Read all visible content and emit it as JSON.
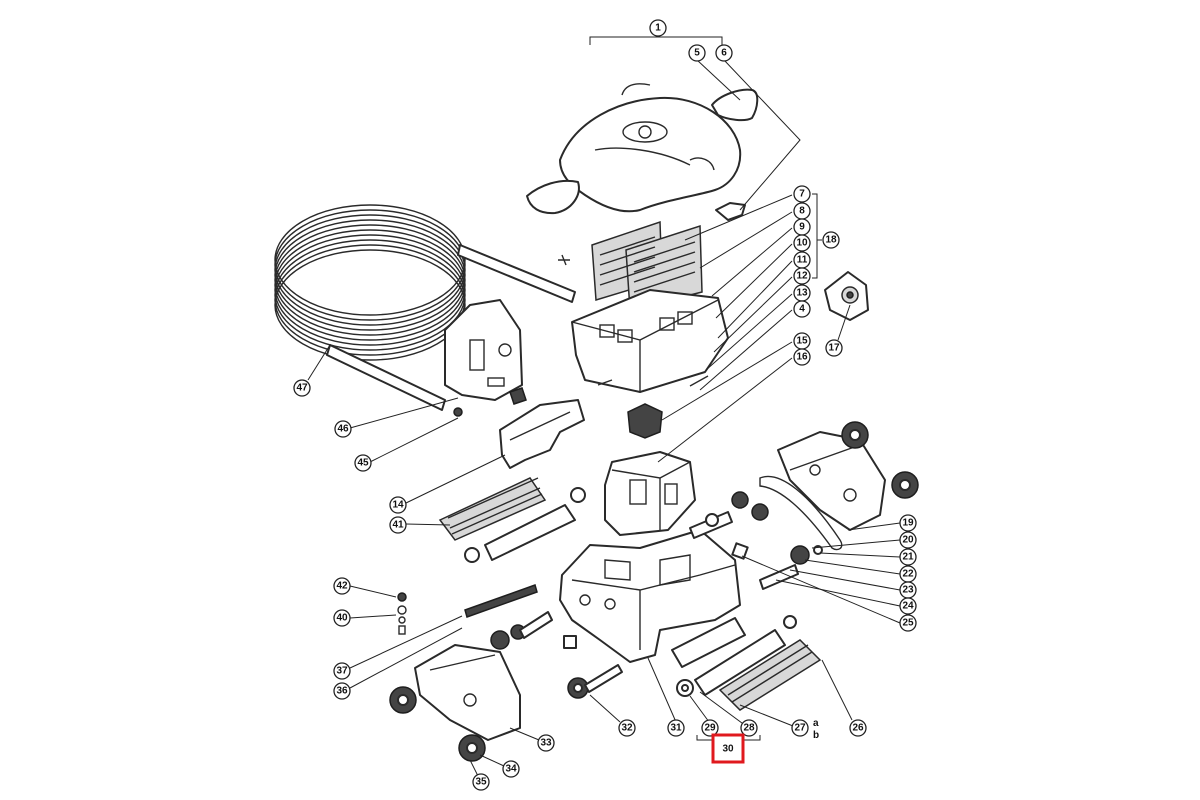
{
  "colors": {
    "line": "#2a2a2a",
    "highlight": "#e0191e",
    "background": "#ffffff"
  },
  "callouts": {
    "c1": "1",
    "c4": "4",
    "c5": "5",
    "c6": "6",
    "c7": "7",
    "c8": "8",
    "c9": "9",
    "c10": "10",
    "c11": "11",
    "c12": "12",
    "c13": "13",
    "c14": "14",
    "c15": "15",
    "c16": "16",
    "c17": "17",
    "c18": "18",
    "c19": "19",
    "c20": "20",
    "c21": "21",
    "c22": "22",
    "c23": "23",
    "c24": "24",
    "c25": "25",
    "c26": "26",
    "c27": "27",
    "c28": "28",
    "c29": "29",
    "c30": "30",
    "c31": "31",
    "c32": "32",
    "c33": "33",
    "c34": "34",
    "c35": "35",
    "c36": "36",
    "c37": "37",
    "c40": "40",
    "c41": "41",
    "c42": "42",
    "c45": "45",
    "c46": "46",
    "c47": "47"
  },
  "variants": {
    "a": "a",
    "b": "b"
  },
  "highlighted_part": "30"
}
